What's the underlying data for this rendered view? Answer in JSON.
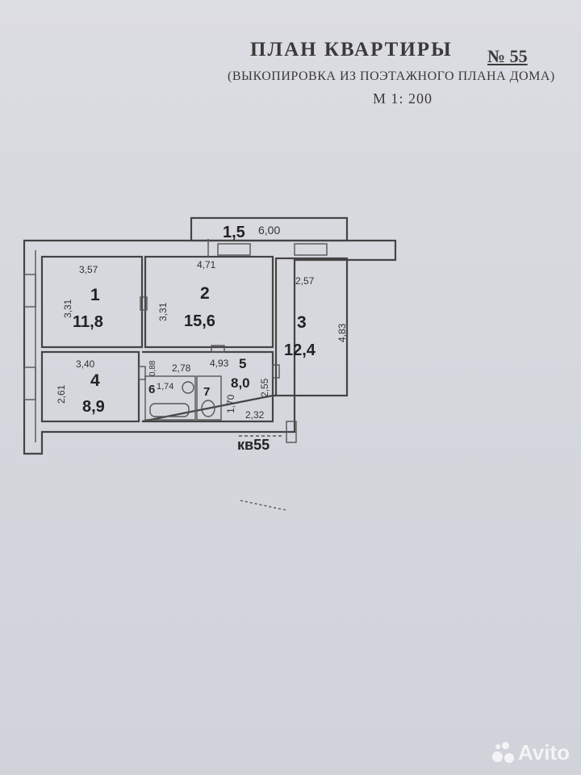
{
  "header": {
    "title": "ПЛАН КВАРТИРЫ",
    "number_label": "№ 55",
    "subtitle": "(ВЫКОПИРОВКА ИЗ ПОЭТАЖНОГО ПЛАНА ДОМА)",
    "scale": "М 1: 200"
  },
  "balcony": {
    "number": "1,5",
    "length": "6,00"
  },
  "rooms": [
    {
      "num": "1",
      "area": "11,8",
      "width": "3,57",
      "depth": "3,31"
    },
    {
      "num": "2",
      "area": "15,6",
      "width": "4,71",
      "depth": "3,31"
    },
    {
      "num": "3",
      "area": "12,4",
      "width": "2,57",
      "depth": "4,83"
    },
    {
      "num": "4",
      "area": "8,9",
      "width": "3,40",
      "depth": "2,61"
    },
    {
      "num": "5",
      "area": "8,0",
      "width": "4,93",
      "depth": "2,55"
    },
    {
      "num": "6",
      "width": "1,74"
    },
    {
      "num": "7"
    }
  ],
  "extra_dims": {
    "corridor_a": "0,88",
    "corridor_b": "2,78",
    "corridor_c": "1,70",
    "corridor_d": "2,32"
  },
  "apartment_label": "кв55",
  "watermark": "Avito",
  "colors": {
    "paper": "#d6d8de",
    "ink": "#333333",
    "watermark": "#f4f4f6"
  }
}
